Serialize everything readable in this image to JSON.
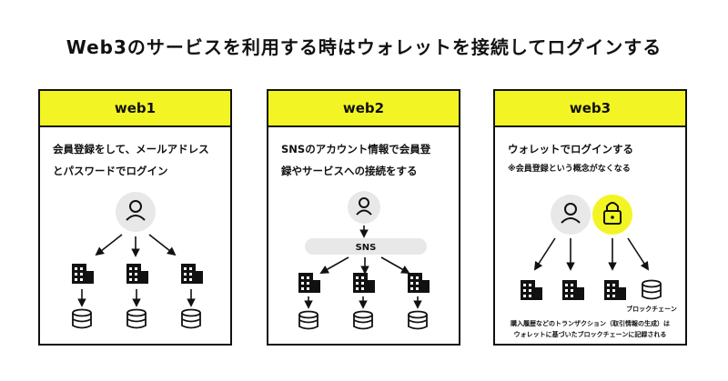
{
  "title": "Web3のサービスを利用する時はウォレットを接続してログインする",
  "colors": {
    "accent": "#f2f523",
    "circle": "#e8e8e8",
    "ink": "#111111"
  },
  "cards": [
    {
      "header": "web1",
      "desc_line1": "会員登録をして、メールアドレス",
      "desc_line2": "とパスワードでログイン"
    },
    {
      "header": "web2",
      "desc_line1": "SNSのアカウント情報で会員登",
      "desc_line2": "録やサービスへの接続をする",
      "sns_label": "SNS"
    },
    {
      "header": "web3",
      "desc_line1": "ウォレットでログインする",
      "note": "※会員登録という概念がなくなる",
      "blockchain_label": "ブロックチェーン",
      "footer_line1": "購入履歴などのトランザクション（取引情報の生成）は",
      "footer_line2": "ウォレットに基づいたブロックチェーンに記録される"
    }
  ]
}
